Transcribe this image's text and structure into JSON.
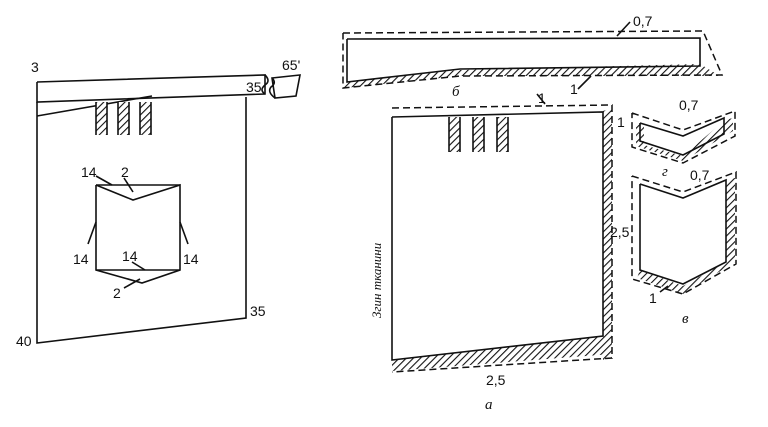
{
  "left_pattern": {
    "corner_top": "3",
    "strip_end": "35",
    "angle": "65'",
    "corner_bottom_left": "40",
    "corner_bottom_right": "35",
    "pocket_top_left": "14",
    "pocket_top_mid": "2",
    "pocket_left": "14",
    "pocket_mid": "14",
    "pocket_right": "14",
    "pocket_bottom_mid": "2"
  },
  "strip_b": {
    "allowance_end": "0,7",
    "allowance_bottom": "1",
    "caption": "б"
  },
  "piece_a": {
    "allowance_top": "1",
    "allowance_side": "2,5",
    "allowance_bottom": "2,5",
    "fold_label": "Згин тканини",
    "caption": "а"
  },
  "piece_g": {
    "allowance_left": "1",
    "allowance_top": "0,7",
    "caption": "г"
  },
  "piece_v": {
    "allowance_top": "0,7",
    "allowance_bottom": "1",
    "caption": "в"
  }
}
